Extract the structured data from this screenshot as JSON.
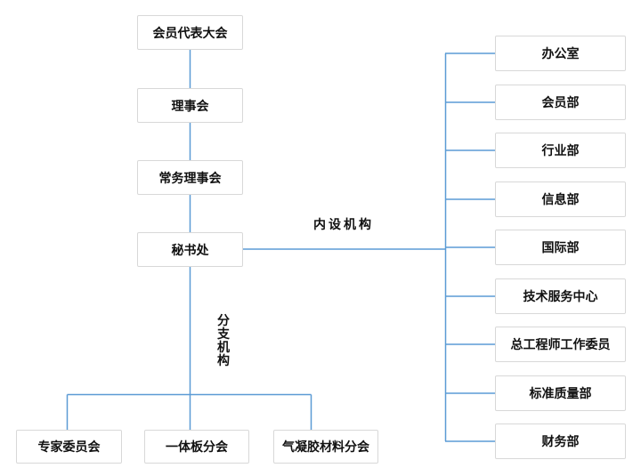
{
  "org_chart": {
    "main_chain": [
      "会员代表大会",
      "理事会",
      "常务理事会",
      "秘书处"
    ],
    "internal_label": "内设机构",
    "branch_label": "分支机构",
    "internal_departments": [
      "办公室",
      "会员部",
      "行业部",
      "信息部",
      "国际部",
      "技术服务中心",
      "总工程师工作委员",
      "标准质量部",
      "财务部"
    ],
    "branch_organizations": [
      "专家委员会",
      "一体板分会",
      "气凝胶材料分会"
    ]
  },
  "colors": {
    "connector_line": "#5b9bd5",
    "box_border": "#d8d8d8",
    "text": "#111111",
    "background": "#ffffff"
  }
}
